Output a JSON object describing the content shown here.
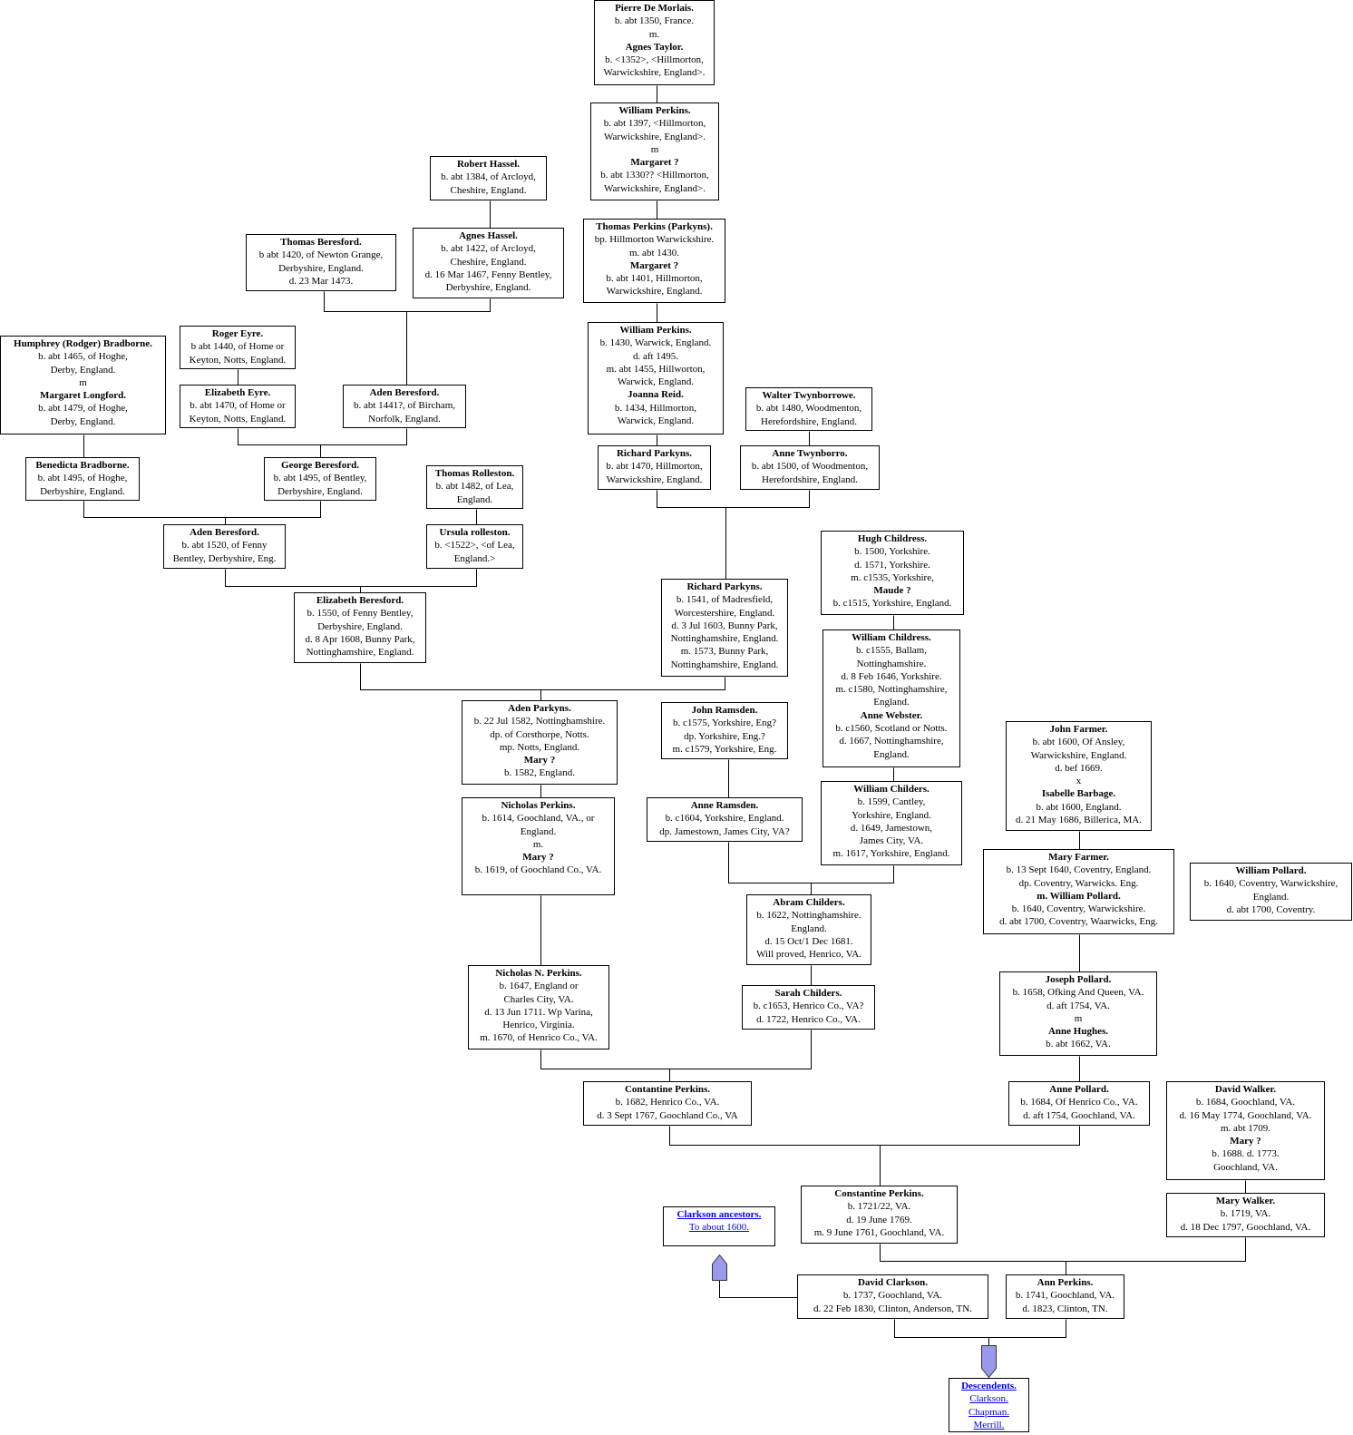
{
  "link_color": "#0000ee",
  "arrow_color": "#9999ee",
  "people": [
    {
      "id": "pierre",
      "lines": [
        [
          "Pierre De Morlais.",
          1
        ],
        [
          "b. abt 1350, France.",
          0
        ],
        [
          "m.",
          0
        ],
        [
          "Agnes Taylor.",
          1
        ],
        [
          "b. <1352>, <Hillmorton,",
          0
        ],
        [
          "Warwickshire, England>.",
          0
        ]
      ]
    },
    {
      "id": "william1",
      "lines": [
        [
          "William Perkins.",
          1
        ],
        [
          "b. abt 1397, <Hillmorton,",
          0
        ],
        [
          "Warwickshire, England>.",
          0
        ],
        [
          "m",
          0
        ],
        [
          "Margaret ?",
          1
        ],
        [
          "b. abt 1330?? <Hillmorton,",
          0
        ],
        [
          "Warwickshire, England>.",
          0
        ]
      ]
    },
    {
      "id": "robert-hassel",
      "lines": [
        [
          "Robert Hassel.",
          1
        ],
        [
          "b. abt 1384, of Arcloyd,",
          0
        ],
        [
          "Cheshire, England.",
          0
        ]
      ]
    },
    {
      "id": "thomas-perkins",
      "lines": [
        [
          "Thomas Perkins (Parkyns).",
          1
        ],
        [
          "bp. Hillmorton Warwickshire.",
          0
        ],
        [
          "m. abt 1430.",
          0
        ],
        [
          "Margaret ?",
          1
        ],
        [
          "b. abt 1401, Hillmorton,",
          0
        ],
        [
          "Warwickshire, England.",
          0
        ]
      ]
    },
    {
      "id": "thomas-beresford",
      "lines": [
        [
          "Thomas Beresford.",
          1
        ],
        [
          "b abt 1420, of Newton Grange,",
          0
        ],
        [
          "Derbyshire, England.",
          0
        ],
        [
          "d. 23 Mar 1473.",
          0
        ]
      ]
    },
    {
      "id": "agnes-hassel",
      "lines": [
        [
          "Agnes Hassel.",
          1
        ],
        [
          "b. abt 1422, of Arcloyd,",
          0
        ],
        [
          "Cheshire, England.",
          0
        ],
        [
          "d. 16 Mar 1467, Fenny Bentley,",
          0
        ],
        [
          "Derbyshire, England.",
          0
        ]
      ]
    },
    {
      "id": "william2",
      "lines": [
        [
          "William Perkins.",
          1
        ],
        [
          "b. 1430, Warwick, England.",
          0
        ],
        [
          "d. aft 1495.",
          0
        ],
        [
          "m. abt 1455, Hillworton,",
          0
        ],
        [
          "Warwick, England.",
          0
        ],
        [
          "Joanna Reid.",
          1
        ],
        [
          "b. 1434, Hillmorton,",
          0
        ],
        [
          "Warwick, England.",
          0
        ]
      ]
    },
    {
      "id": "humphrey",
      "lines": [
        [
          "Humphrey (Rodger) Bradborne.",
          1
        ],
        [
          "b. abt 1465, of Hoghe,",
          0
        ],
        [
          "Derby, England.",
          0
        ],
        [
          "m",
          0
        ],
        [
          "Margaret Longford.",
          1
        ],
        [
          "b. abt 1479, of Hoghe,",
          0
        ],
        [
          "Derby, England.",
          0
        ]
      ]
    },
    {
      "id": "roger-eyre",
      "lines": [
        [
          "Roger Eyre.",
          1
        ],
        [
          "b abt 1440, of Home or",
          0
        ],
        [
          "Keyton, Notts, England.",
          0
        ]
      ]
    },
    {
      "id": "elizabeth-eyre",
      "lines": [
        [
          "Elizabeth Eyre.",
          1
        ],
        [
          "b. abt 1470, of Home or",
          0
        ],
        [
          "Keyton, Notts, England.",
          0
        ]
      ]
    },
    {
      "id": "aden-beresford1",
      "lines": [
        [
          "Aden Beresford.",
          1
        ],
        [
          "b. abt 1441?, of Bircham,",
          0
        ],
        [
          "Norfolk, England.",
          0
        ]
      ]
    },
    {
      "id": "walter",
      "lines": [
        [
          "Walter Twynborrowe.",
          1
        ],
        [
          "b. abt 1480, Woodmenton,",
          0
        ],
        [
          "Herefordshire, England.",
          0
        ]
      ]
    },
    {
      "id": "richard1",
      "lines": [
        [
          "Richard Parkyns.",
          1
        ],
        [
          "b. abt 1470, Hillmorton,",
          0
        ],
        [
          "Warwickshire, England.",
          0
        ]
      ]
    },
    {
      "id": "anne-twynborro",
      "lines": [
        [
          "Anne Twynborro.",
          1
        ],
        [
          "b. abt 1500, of Woodmenton,",
          0
        ],
        [
          "Herefordshire, England.",
          0
        ]
      ]
    },
    {
      "id": "benedicta",
      "lines": [
        [
          "Benedicta Bradborne.",
          1
        ],
        [
          "b. abt 1495, of Hoghe,",
          0
        ],
        [
          "Derbyshire, England.",
          0
        ]
      ]
    },
    {
      "id": "george",
      "lines": [
        [
          "George Beresford.",
          1
        ],
        [
          "b. abt 1495, of Bentley,",
          0
        ],
        [
          "Derbyshire, England.",
          0
        ]
      ]
    },
    {
      "id": "thomas-rolleston",
      "lines": [
        [
          "Thomas Rolleston.",
          1
        ],
        [
          "b. abt 1482, of Lea,",
          0
        ],
        [
          "England.",
          0
        ]
      ]
    },
    {
      "id": "aden-beresford2",
      "lines": [
        [
          "Aden Beresford.",
          1
        ],
        [
          "b. abt 1520, of Fenny",
          0
        ],
        [
          "Bentley, Derbyshire, Eng.",
          0
        ]
      ]
    },
    {
      "id": "ursula",
      "lines": [
        [
          "Ursula rolleston.",
          1
        ],
        [
          "b. <1522>, <of Lea,",
          0
        ],
        [
          "England.>",
          0
        ]
      ]
    },
    {
      "id": "hugh",
      "lines": [
        [
          "Hugh Childress.",
          1
        ],
        [
          "b. 1500, Yorkshire.",
          0
        ],
        [
          "d. 1571, Yorkshire.",
          0
        ],
        [
          "m. c1535, Yorkshire,",
          0
        ],
        [
          "Maude ?",
          1
        ],
        [
          "b. c1515, Yorkshire, England.",
          0
        ]
      ]
    },
    {
      "id": "richard2",
      "lines": [
        [
          "Richard Parkyns.",
          1
        ],
        [
          "b. 1541, of Madresfield,",
          0
        ],
        [
          "Worcestershire, England.",
          0
        ],
        [
          "d. 3 Jul 1603, Bunny Park,",
          0
        ],
        [
          "Nottinghamshire, England.",
          0
        ],
        [
          "m. 1573, Bunny Park,",
          0
        ],
        [
          "Nottinghamshire, England.",
          0
        ]
      ]
    },
    {
      "id": "elizabeth-beresford",
      "lines": [
        [
          "Elizabeth Beresford.",
          1
        ],
        [
          "b. 1550, of Fenny Bentley,",
          0
        ],
        [
          "Derbyshire, England.",
          0
        ],
        [
          "d. 8 Apr 1608, Bunny Park,",
          0
        ],
        [
          "Nottinghamshire, England.",
          0
        ]
      ]
    },
    {
      "id": "william-childress",
      "lines": [
        [
          "William Childress.",
          1
        ],
        [
          "b. c1555, Ballam,",
          0
        ],
        [
          "Nottinghamshire.",
          0
        ],
        [
          "d. 8 Feb 1646, Yorkshire.",
          0
        ],
        [
          "m. c1580, Nottinghamshire,",
          0
        ],
        [
          "England.",
          0
        ],
        [
          "Anne Webster.",
          1
        ],
        [
          "b. c1560, Scotland or Notts.",
          0
        ],
        [
          "d. 1667, Nottinghamshire,",
          0
        ],
        [
          "England.",
          0
        ]
      ]
    },
    {
      "id": "aden-parkyns",
      "lines": [
        [
          "Aden Parkyns.",
          1
        ],
        [
          "b. 22 Jul 1582, Nottinghamshire.",
          0
        ],
        [
          "dp. of Corsthorpe, Notts.",
          0
        ],
        [
          "mp. Notts, England.",
          0
        ],
        [
          "Mary ?",
          1
        ],
        [
          "b. 1582, England.",
          0
        ]
      ]
    },
    {
      "id": "john-ramsden",
      "lines": [
        [
          "John Ramsden.",
          1
        ],
        [
          "b. c1575, Yorkshire, Eng?",
          0
        ],
        [
          "dp. Yorkshire, Eng.?",
          0
        ],
        [
          "m. c1579, Yorkshire, Eng.",
          0
        ]
      ]
    },
    {
      "id": "john-farmer",
      "lines": [
        [
          "John Farmer.",
          1
        ],
        [
          "b. abt 1600, Of Ansley,",
          0
        ],
        [
          "Warwickshire, England.",
          0
        ],
        [
          "d. bef 1669.",
          0
        ],
        [
          "x",
          0
        ],
        [
          "Isabelle Barbage.",
          1
        ],
        [
          "b. abt 1600, England.",
          0
        ],
        [
          "d. 21 May 1686, Billerica, MA.",
          0
        ]
      ]
    },
    {
      "id": "william-childers",
      "lines": [
        [
          "William Childers.",
          1
        ],
        [
          "b. 1599, Cantley,",
          0
        ],
        [
          "Yorkshire, England.",
          0
        ],
        [
          "d. 1649, Jamestown,",
          0
        ],
        [
          "James City, VA.",
          0
        ],
        [
          "m. 1617, Yorkshire, England.",
          0
        ]
      ]
    },
    {
      "id": "nicholas1",
      "lines": [
        [
          "Nicholas Perkins.",
          1
        ],
        [
          "b. 1614, Goochland, VA., or",
          0
        ],
        [
          "England.",
          0
        ],
        [
          "m.",
          0
        ],
        [
          "Mary ?",
          1
        ],
        [
          "b. 1619, of Goochland Co., VA.",
          0
        ]
      ]
    },
    {
      "id": "anne-ramsden",
      "lines": [
        [
          "Anne Ramsden.",
          1
        ],
        [
          "b. c1604, Yorkshire,  England.",
          0
        ],
        [
          "dp. Jamestown, James City, VA?",
          0
        ]
      ]
    },
    {
      "id": "mary-farmer",
      "lines": [
        [
          "Mary Farmer.",
          1
        ],
        [
          "b. 13 Sept 1640, Coventry, England.",
          0
        ],
        [
          "dp. Coventry, Warwicks. Eng.",
          0
        ],
        [
          "m. William Pollard.",
          1
        ],
        [
          "b. 1640, Coventry, Warwickshire.",
          0
        ],
        [
          "d. abt 1700, Coventry, Waarwicks, Eng.",
          0
        ]
      ]
    },
    {
      "id": "william-pollard",
      "lines": [
        [
          "William Pollard.",
          1
        ],
        [
          "b. 1640, Coventry, Warwickshire,",
          0
        ],
        [
          "England.",
          0
        ],
        [
          "d. abt 1700, Coventry.",
          0
        ]
      ]
    },
    {
      "id": "abram",
      "lines": [
        [
          "Abram Childers.",
          1
        ],
        [
          "b. 1622, Nottinghamshire.",
          0
        ],
        [
          "England.",
          0
        ],
        [
          "d. 15 Oct/1 Dec 1681.",
          0
        ],
        [
          "Will proved, Henrico, VA.",
          0
        ]
      ]
    },
    {
      "id": "nicholas2",
      "lines": [
        [
          "Nicholas N. Perkins.",
          1
        ],
        [
          "b. 1647, England or",
          0
        ],
        [
          "Charles City, VA.",
          0
        ],
        [
          "d. 13 Jun 1711. Wp Varina,",
          0
        ],
        [
          "Henrico, Virginia.",
          0
        ],
        [
          "m. 1670, of Henrico Co., VA.",
          0
        ]
      ]
    },
    {
      "id": "sarah",
      "lines": [
        [
          "Sarah Childers.",
          1
        ],
        [
          "b. c1653, Henrico Co., VA?",
          0
        ],
        [
          "d. 1722, Henrico Co., VA.",
          0
        ]
      ]
    },
    {
      "id": "joseph",
      "lines": [
        [
          "Joseph Pollard.",
          1
        ],
        [
          "b. 1658, Ofking And Queen, VA.",
          0
        ],
        [
          "d. aft 1754, VA.",
          0
        ],
        [
          "m",
          0
        ],
        [
          "Anne Hughes.",
          1
        ],
        [
          "b. abt 1662, VA.",
          0
        ]
      ]
    },
    {
      "id": "contantine1",
      "lines": [
        [
          "Contantine Perkins.",
          1
        ],
        [
          "b. 1682, Henrico Co., VA.",
          0
        ],
        [
          "d. 3 Sept 1767, Goochland Co., VA",
          0
        ]
      ]
    },
    {
      "id": "anne-pollard",
      "lines": [
        [
          "Anne Pollard.",
          1
        ],
        [
          "b. 1684, Of Henrico Co., VA.",
          0
        ],
        [
          "d. aft 1754, Goochland, VA.",
          0
        ]
      ]
    },
    {
      "id": "david-walker",
      "lines": [
        [
          "David Walker.",
          1
        ],
        [
          "b. 1684, Goochland, VA.",
          0
        ],
        [
          "d. 16 May 1774, Goochland, VA.",
          0
        ],
        [
          "m. abt 1709.",
          0
        ],
        [
          "Mary ?",
          1
        ],
        [
          "b. 1688. d. 1773.",
          0
        ],
        [
          "Goochland, VA.",
          0
        ]
      ]
    },
    {
      "id": "constantine2",
      "lines": [
        [
          "Constantine Perkins.",
          1
        ],
        [
          "b. 1721/22, VA.",
          0
        ],
        [
          "d. 19 June 1769.",
          0
        ],
        [
          "m. 9 June 1761, Goochland, VA.",
          0
        ]
      ]
    },
    {
      "id": "mary-walker",
      "lines": [
        [
          "Mary Walker.",
          1
        ],
        [
          "b. 1719, VA.",
          0
        ],
        [
          "d. 18 Dec 1797, Goochland, VA.",
          0
        ]
      ]
    },
    {
      "id": "david-clarkson",
      "lines": [
        [
          "David Clarkson.",
          1
        ],
        [
          "b. 1737, Goochland, VA.",
          0
        ],
        [
          "d. 22 Feb 1830, Clinton, Anderson, TN.",
          0
        ]
      ]
    },
    {
      "id": "ann-perkins",
      "lines": [
        [
          "Ann Perkins.",
          1
        ],
        [
          "b. 1741, Goochland, VA.",
          0
        ],
        [
          "d. 1823, Clinton, TN.",
          0
        ]
      ]
    }
  ],
  "links": [
    {
      "id": "clarkson-ancestors",
      "lines": [
        [
          "Clarkson ancestors. ",
          1
        ],
        [
          "To about 1600. ",
          0
        ]
      ]
    },
    {
      "id": "descendents",
      "lines": [
        [
          "Descendents. ",
          1
        ],
        [
          "Clarkson. ",
          0
        ],
        [
          "Chapman. ",
          0
        ],
        [
          "Merrill.",
          0
        ]
      ]
    }
  ]
}
